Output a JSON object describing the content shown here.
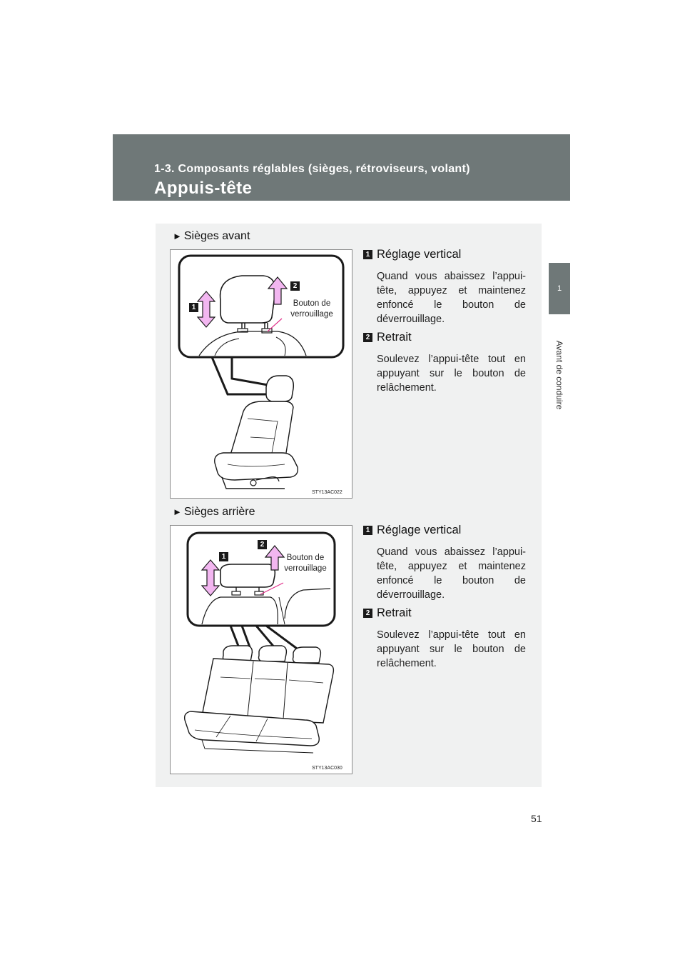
{
  "header": {
    "section": "1-3. Composants réglables (sièges, rétroviseurs, volant)",
    "title": "Appuis-tête"
  },
  "side": {
    "chapter_number": "1",
    "chapter_label": "Avant de conduire"
  },
  "front": {
    "subheading": "Sièges avant",
    "figure_code": "STY13AC022",
    "callout": "Bouton de verrouillage",
    "badge1": "1",
    "badge2": "2",
    "steps": [
      {
        "num": "1",
        "title": "Réglage vertical",
        "body": "Quand vous abaissez l’appui-tête, appuyez et maintenez enfoncé le bouton de déverrouillage."
      },
      {
        "num": "2",
        "title": "Retrait",
        "body": "Soulevez l’appui-tête tout en appuyant sur le bouton de relâchement."
      }
    ]
  },
  "rear": {
    "subheading": "Sièges arrière",
    "figure_code": "STY13AC030",
    "callout": "Bouton de verrouillage",
    "badge1": "1",
    "badge2": "2",
    "steps": [
      {
        "num": "1",
        "title": "Réglage vertical",
        "body": "Quand vous abaissez l’appui-tête, appuyez et maintenez enfoncé le bouton de déverrouillage."
      },
      {
        "num": "2",
        "title": "Retrait",
        "body": "Soulevez l’appui-tête tout en appuyant sur le bouton de relâchement."
      }
    ]
  },
  "page_number": "51",
  "colors": {
    "header_bg": "#6f7878",
    "panel_bg": "#f0f1f1",
    "arrow_fill": "#f2b6f0",
    "callout_line": "#e0308a"
  }
}
